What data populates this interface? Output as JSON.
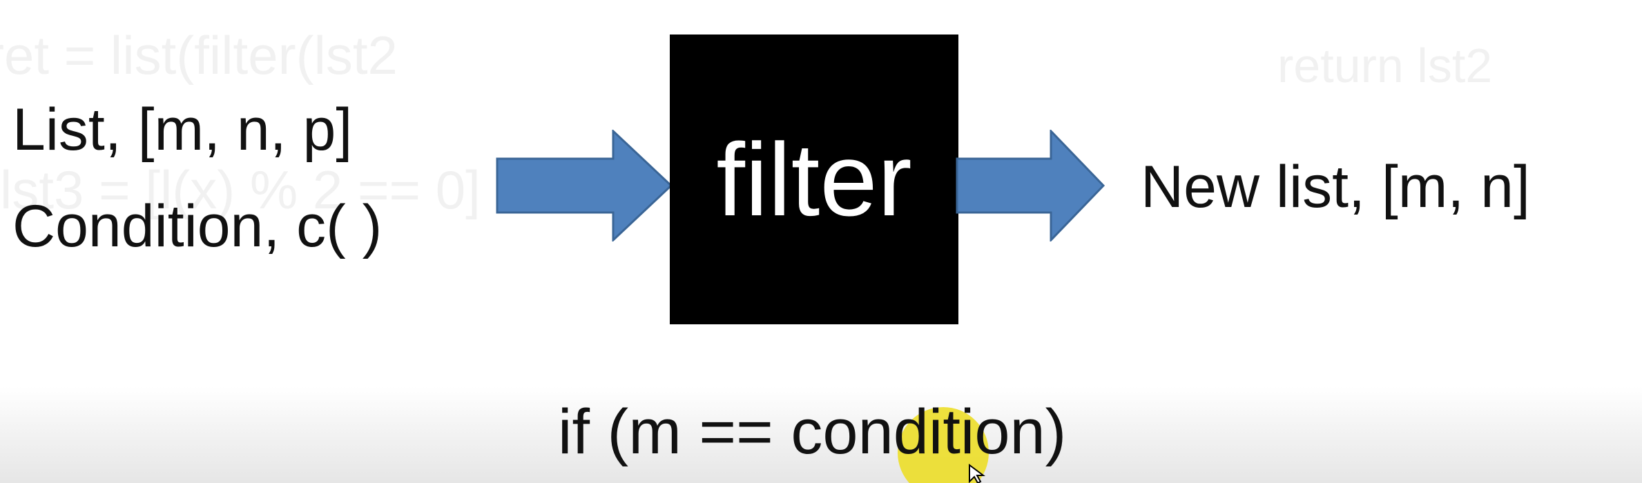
{
  "background_text": {
    "line1": "ret = list(filter(lst2",
    "line2": "return lst2",
    "line3": "lst3 = [l(x) % 2 == 0]"
  },
  "diagram": {
    "input_list": "List, [m, n, p]",
    "input_condition": "Condition, c( )",
    "box_label": "filter",
    "output_list": "New list, [m, n]",
    "condition_expression": "if (m == condition)"
  },
  "colors": {
    "arrow_fill": "#4f81bd",
    "arrow_stroke": "#3a6596",
    "box_fill": "#000000",
    "box_text": "#ffffff",
    "pointer_highlight": "#ecde28"
  },
  "icons": {
    "arrow_in": "right-arrow-icon",
    "arrow_out": "right-arrow-icon",
    "cursor": "mouse-pointer-icon"
  }
}
